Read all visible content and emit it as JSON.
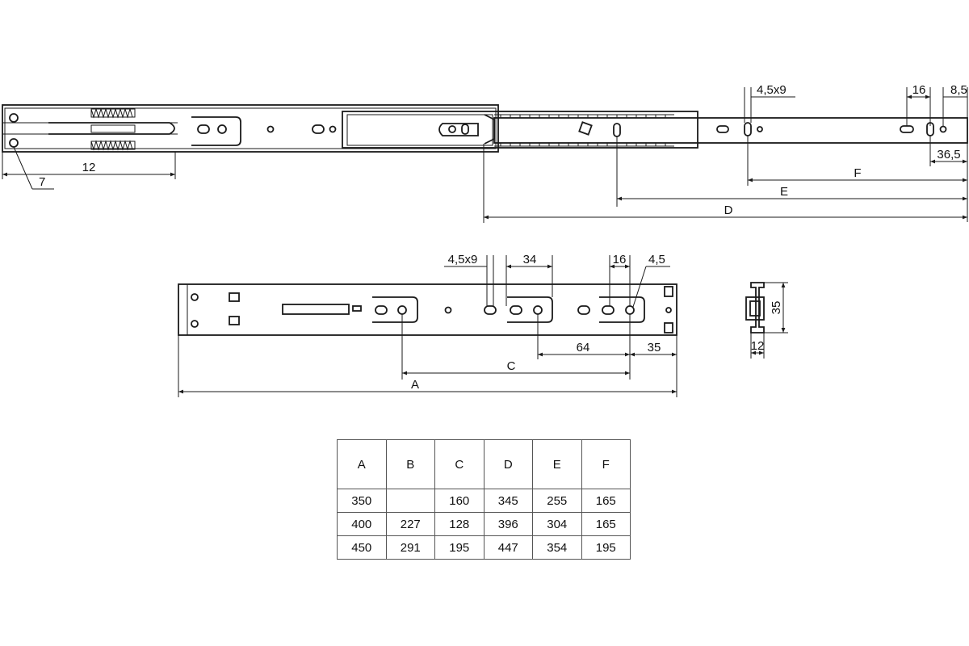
{
  "dimensions": {
    "pitch_12": "12",
    "hole_7": "7",
    "slot_top": "4,5x9",
    "pitch_16_top": "16",
    "edge_8_5": "8,5",
    "offset_36_5": "36,5",
    "label_f": "F",
    "label_e": "E",
    "label_d": "D",
    "slot_mid": "4,5x9",
    "spacing_34": "34",
    "pitch_16_mid": "16",
    "hole_4_5": "4,5",
    "spacing_64": "64",
    "end_35": "35",
    "label_c": "C",
    "label_a": "A",
    "profile_height": "35",
    "profile_width": "12"
  },
  "table": {
    "headers": [
      "A",
      "B",
      "C",
      "D",
      "E",
      "F"
    ],
    "rows": [
      [
        "350",
        "",
        "160",
        "345",
        "255",
        "165"
      ],
      [
        "400",
        "227",
        "128",
        "396",
        "304",
        "165"
      ],
      [
        "450",
        "291",
        "195",
        "447",
        "354",
        "195"
      ]
    ]
  }
}
